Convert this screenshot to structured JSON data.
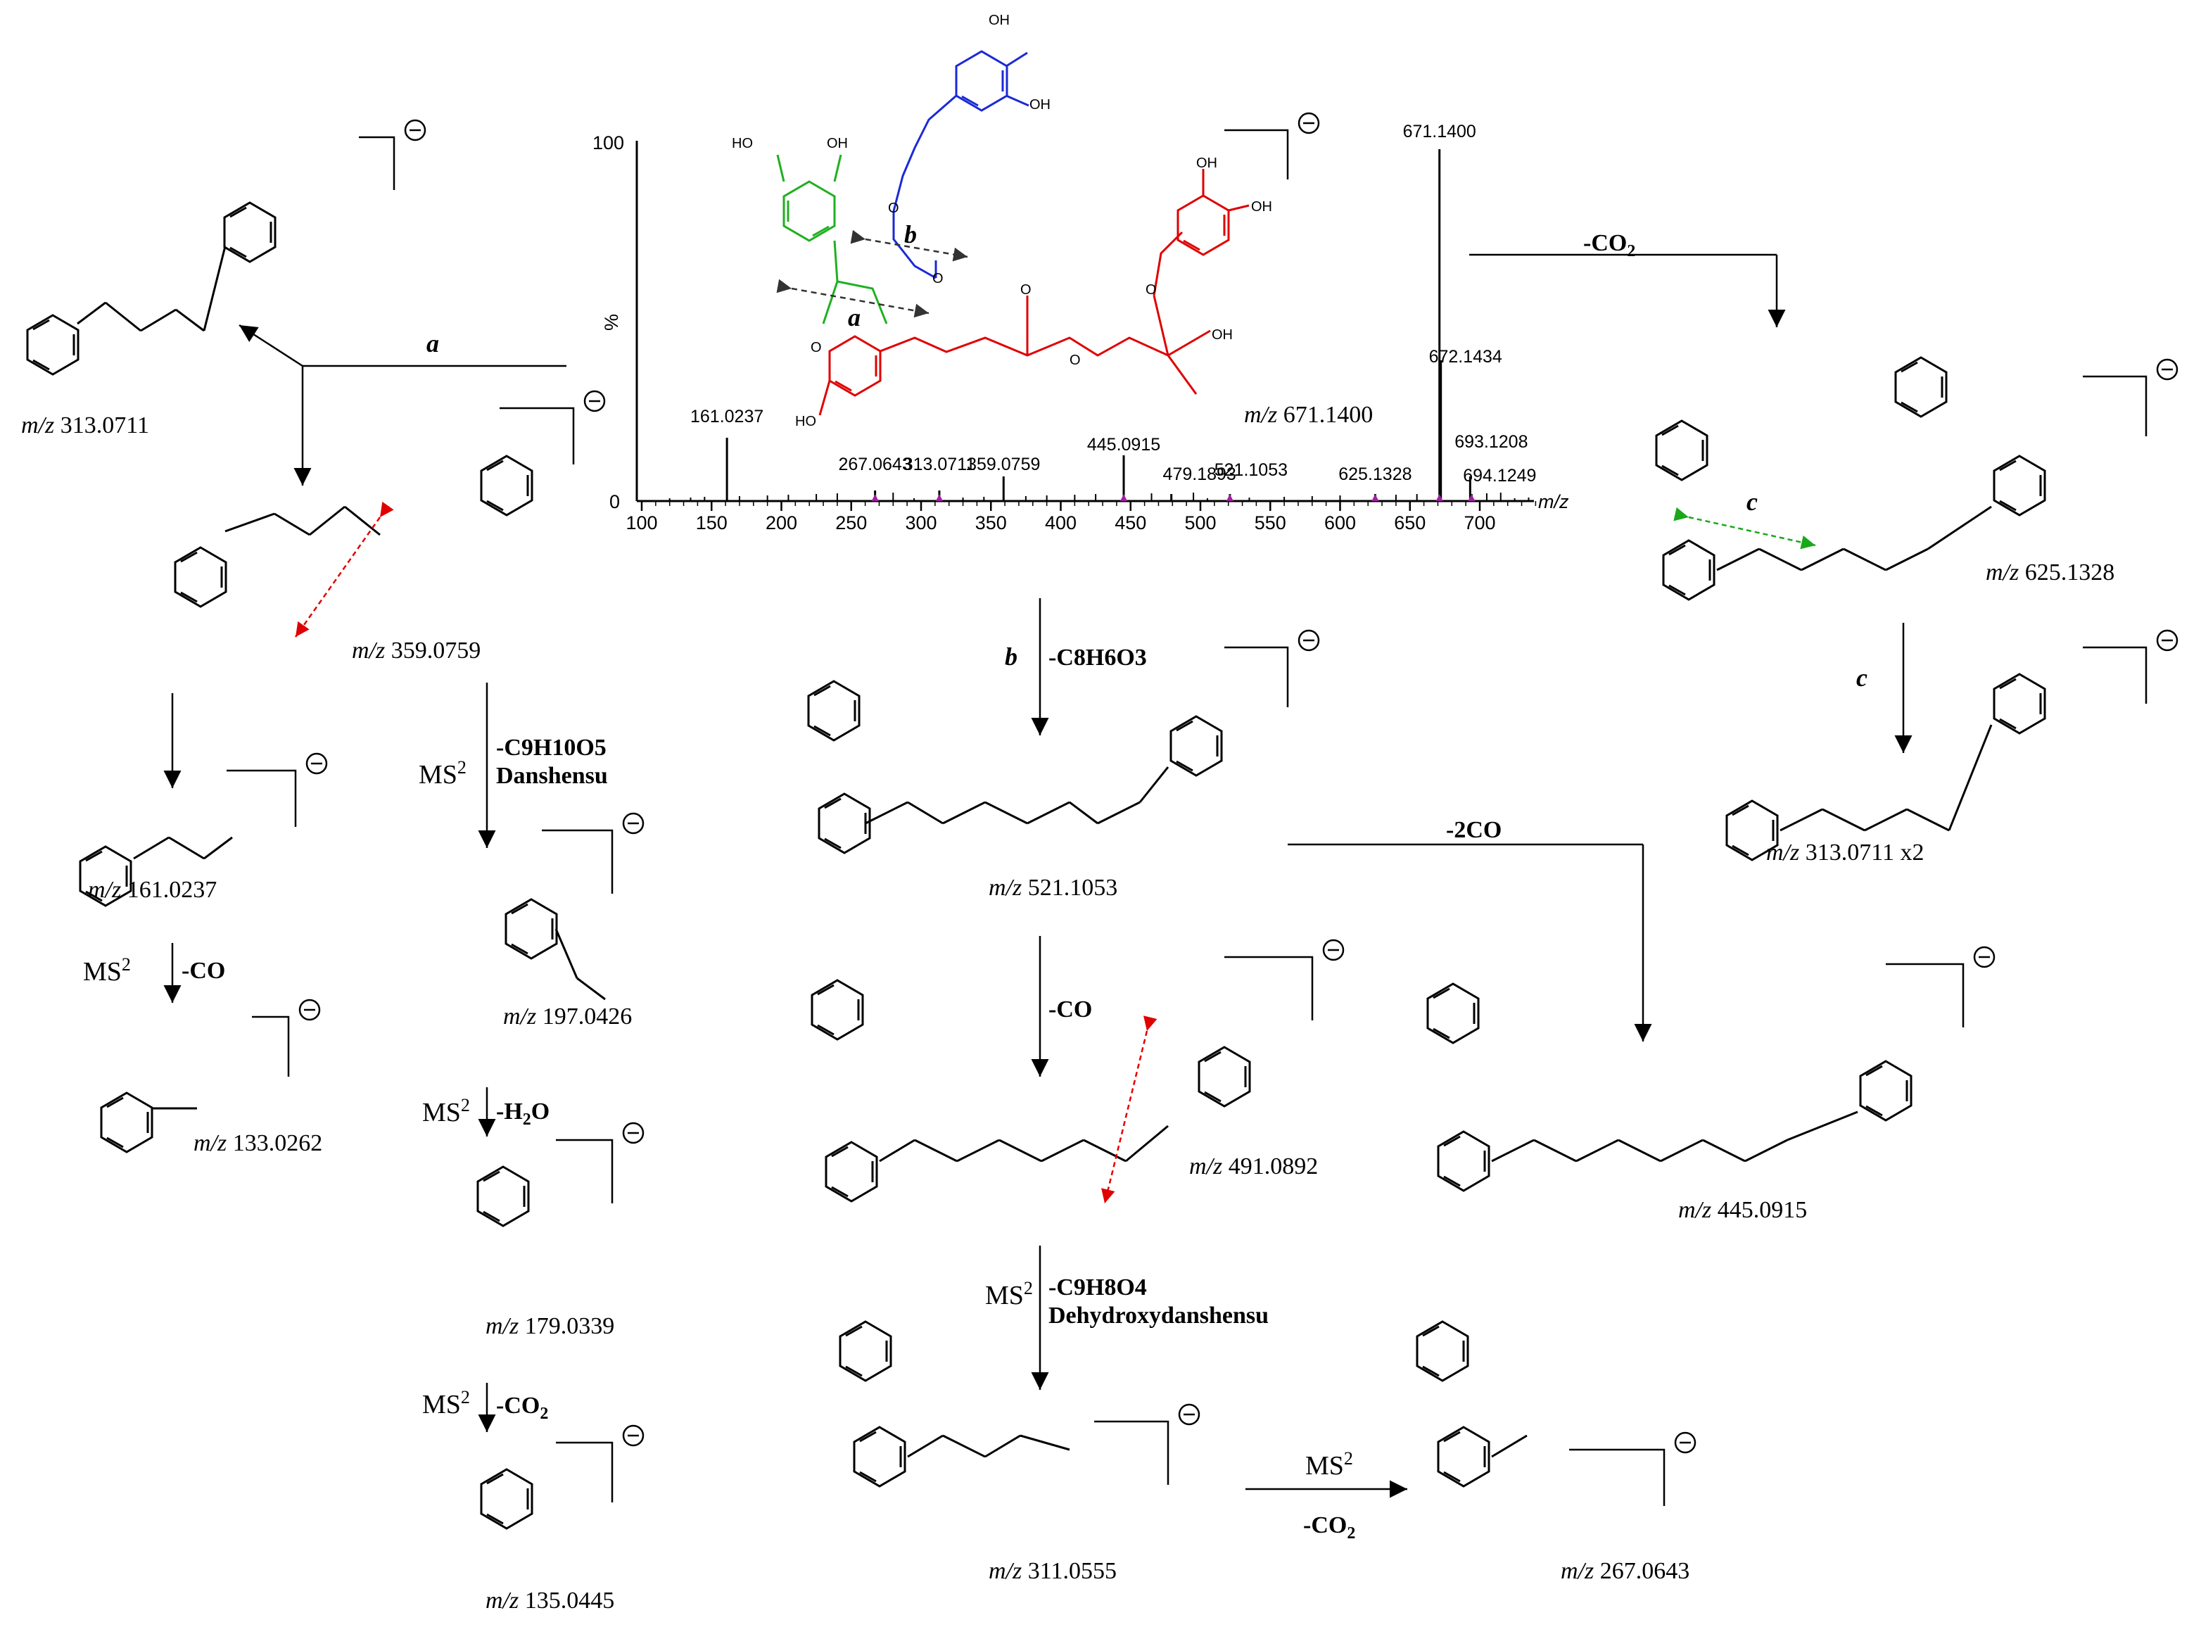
{
  "labels": {
    "path_a": "a",
    "path_b": "b",
    "path_c": "c"
  },
  "steps": {
    "loss_c8h6o3": "-C8H6O3",
    "loss_co": "-CO",
    "loss_c9h8o4": "-C9H8O4",
    "dehydroxydanshensu": "Dehydroxydanshensu",
    "loss_c9h10o5": "-C9H10O5",
    "danshensu": "Danshensu",
    "loss_2co": "-2CO"
  },
  "spectrum": {
    "y_top_label": "100",
    "y_zero_label": "0",
    "y_axis_label": "%",
    "x_axis_label": "m/z",
    "x_ticks": [
      "100",
      "150",
      "200",
      "250",
      "300",
      "350",
      "400",
      "450",
      "500",
      "550",
      "600",
      "650",
      "700"
    ],
    "peaks": [
      {
        "mz": 161.0237,
        "rel": 18,
        "label": "161.0237"
      },
      {
        "mz": 267.0643,
        "rel": 3,
        "label": "267.0643"
      },
      {
        "mz": 313.0711,
        "rel": 3,
        "label": "313.0711"
      },
      {
        "mz": 359.0759,
        "rel": 7,
        "label": "359.0759"
      },
      {
        "mz": 445.0915,
        "rel": 13,
        "label": "445.0915"
      },
      {
        "mz": 479.1893,
        "rel": 2,
        "label": "479.1893"
      },
      {
        "mz": 521.1053,
        "rel": 2,
        "label": "521.1053"
      },
      {
        "mz": 625.1328,
        "rel": 2,
        "label": "625.1328"
      },
      {
        "mz": 671.14,
        "rel": 100,
        "label": "671.1400"
      },
      {
        "mz": 672.1434,
        "rel": 40,
        "label": "672.1434"
      },
      {
        "mz": 693.1208,
        "rel": 7,
        "label": "693.1208"
      },
      {
        "mz": 694.1249,
        "rel": 2,
        "label": "694.1249"
      }
    ]
  },
  "fragments": [
    {
      "id": "f313a",
      "mz": "313.0711"
    },
    {
      "id": "f359",
      "mz": "359.0759"
    },
    {
      "id": "f161",
      "mz": "161.0237"
    },
    {
      "id": "f133",
      "mz": "133.0262"
    },
    {
      "id": "f197",
      "mz": "197.0426"
    },
    {
      "id": "f179",
      "mz": "179.0339"
    },
    {
      "id": "f135",
      "mz": "135.0445"
    },
    {
      "id": "f671",
      "mz": "671.1400"
    },
    {
      "id": "f521",
      "mz": "521.1053"
    },
    {
      "id": "f491",
      "mz": "491.0892"
    },
    {
      "id": "f311",
      "mz": "311.0555"
    },
    {
      "id": "f267",
      "mz": "267.0643"
    },
    {
      "id": "f445",
      "mz": "445.0915"
    },
    {
      "id": "f625",
      "mz": "625.1328"
    },
    {
      "id": "f313b",
      "mz": "313.0711 x2"
    }
  ]
}
